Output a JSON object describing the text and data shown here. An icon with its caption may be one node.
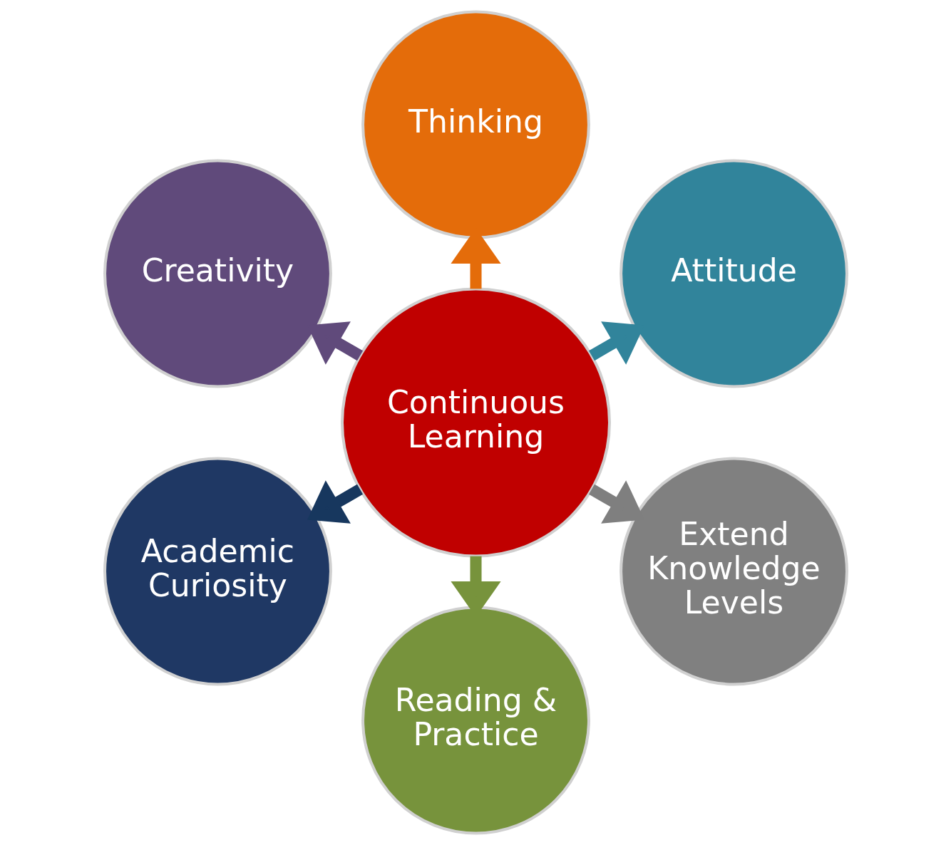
{
  "diagram": {
    "nodes": [
      {
        "text": [
          "Continuous Learning"
        ]
      },
      {
        "text": [
          "Attitude"
        ]
      },
      {
        "text": [
          "Thinking"
        ]
      },
      {
        "text": [
          "Creativity"
        ]
      },
      {
        "text": [
          "Academic Curiosity"
        ]
      },
      {
        "text": [
          "Reading & Practice"
        ]
      },
      {
        "text": [
          "Extend Knowledge Levels"
        ]
      }
    ],
    "edges": [
      {
        "from": 0,
        "to": 1,
        "arrow": "to",
        "color": "#31849b"
      },
      {
        "from": 0,
        "to": 2,
        "arrow": "to",
        "color": "#e46c0a"
      },
      {
        "from": 0,
        "to": 3,
        "arrow": "to",
        "color": "#604a7b"
      },
      {
        "from": 0,
        "to": 4,
        "arrow": "to",
        "color": "#17375e"
      },
      {
        "from": 0,
        "to": 5,
        "arrow": "to",
        "color": "#77933c"
      },
      {
        "from": 0,
        "to": 6,
        "arrow": "to",
        "color": "#7f7f7f"
      }
    ]
  }
}
